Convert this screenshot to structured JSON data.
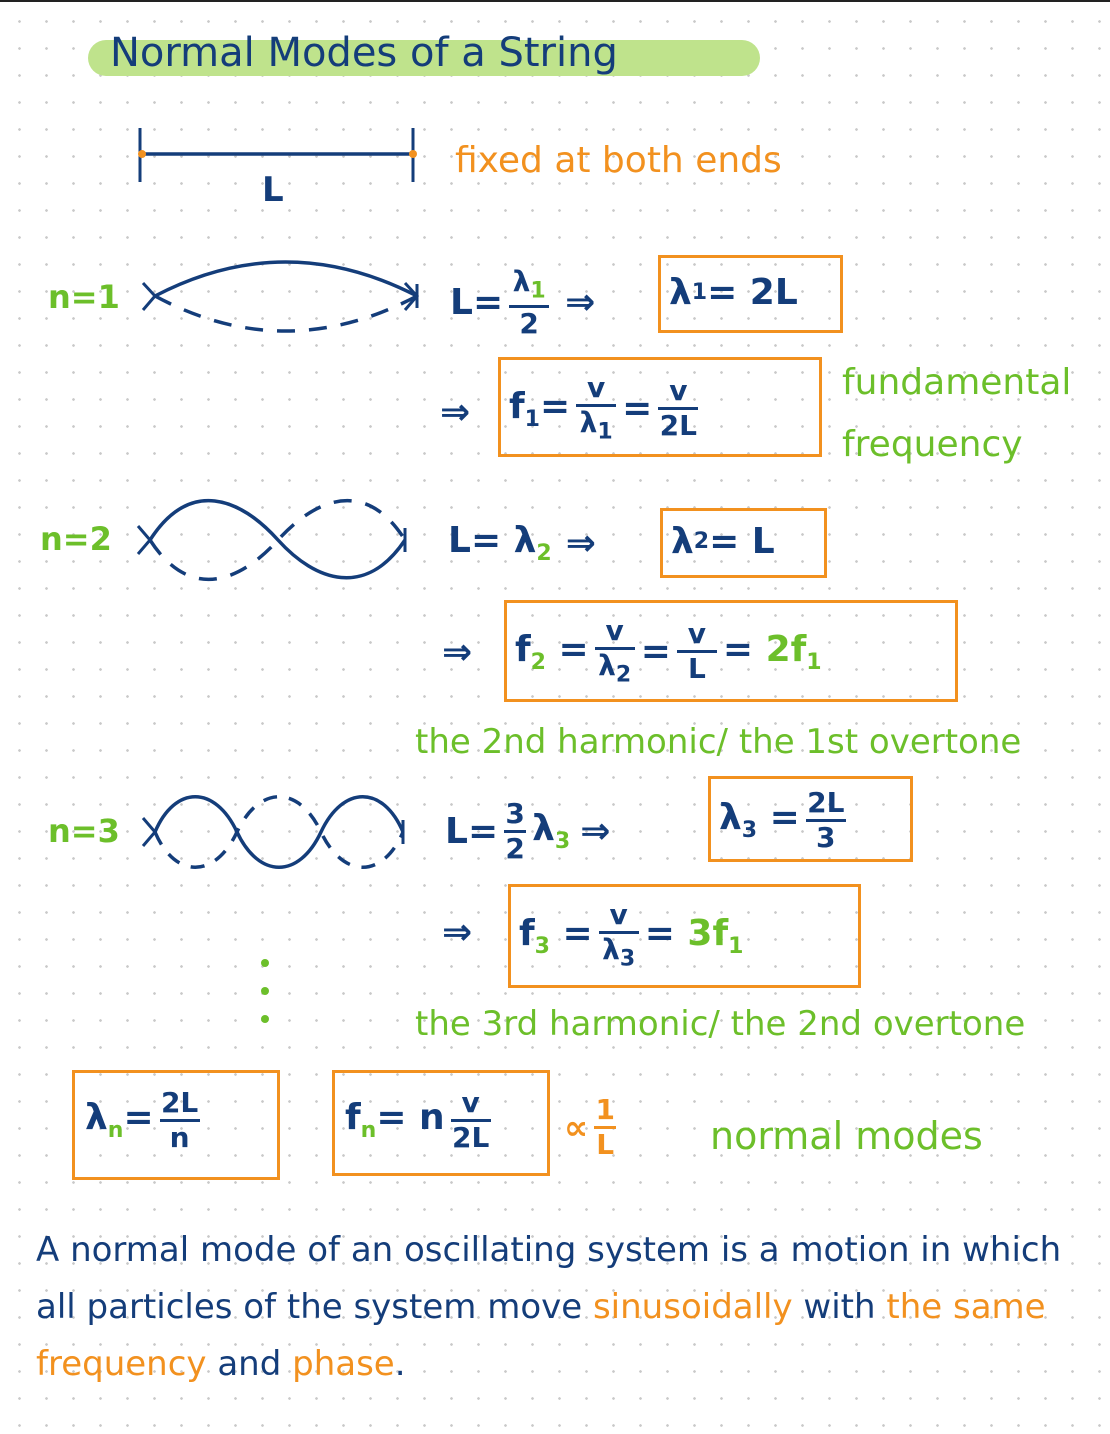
{
  "title": "Normal Modes of a String",
  "string_diagram": {
    "length_label": "L",
    "note": "fixed at both ends"
  },
  "modes": [
    {
      "label": "n=1",
      "relation": "L= λ₁/2",
      "wavelength_result": "λ₁= 2L",
      "frequency_result": "f₁= v/λ₁ = v/2L",
      "note_line1": "fundamental",
      "note_line2": "frequency"
    },
    {
      "label": "n=2",
      "relation": "L= λ₂",
      "wavelength_result": "λ₂ = L",
      "frequency_result": "f₂ = v/λ₂ = v/L = 2f₁",
      "note": "the 2nd harmonic/ the 1st overtone"
    },
    {
      "label": "n=3",
      "relation": "L= 3/2 λ₃",
      "wavelength_result": "λ₃ = 2L/3",
      "frequency_result": "f₃ = v/λ₃ = 3f₁",
      "note": "the 3rd harmonic/ the 2nd overtone"
    }
  ],
  "general": {
    "wavelength": "λn = 2L/n",
    "frequency": "fn = n v/2L",
    "proportional": "∝ 1/L",
    "label": "normal modes"
  },
  "definition": {
    "part1": "A normal mode of an oscillating system is a motion in which all particles of the system move ",
    "highlight1": "sinusoidally",
    "part2": " with ",
    "highlight2": "the same frequency",
    "part3": " and ",
    "highlight3": "phase",
    "part4": "."
  },
  "colors": {
    "navy": "#143d7a",
    "green": "#6cbf2a",
    "orange": "#f2911f",
    "highlight": "#bfe38c"
  }
}
